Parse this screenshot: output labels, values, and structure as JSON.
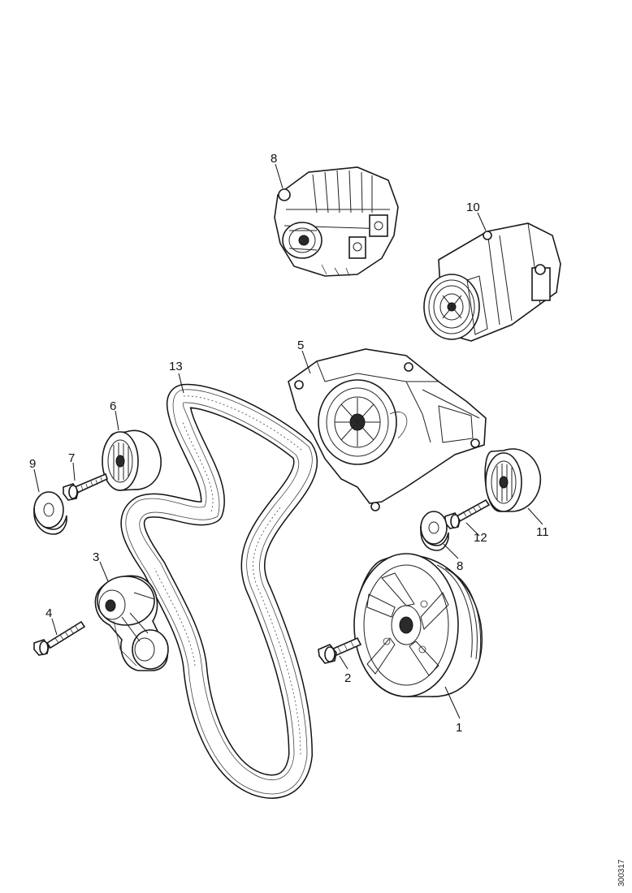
{
  "diagram": {
    "callouts": {
      "c1": "1",
      "c2": "2",
      "c3": "3",
      "c4": "4",
      "c5": "5",
      "c6": "6",
      "c7": "7",
      "c8a": "8",
      "c8b": "8",
      "c9": "9",
      "c10": "10",
      "c11": "11",
      "c12": "12",
      "c13": "13"
    },
    "reference_code": "300317"
  }
}
